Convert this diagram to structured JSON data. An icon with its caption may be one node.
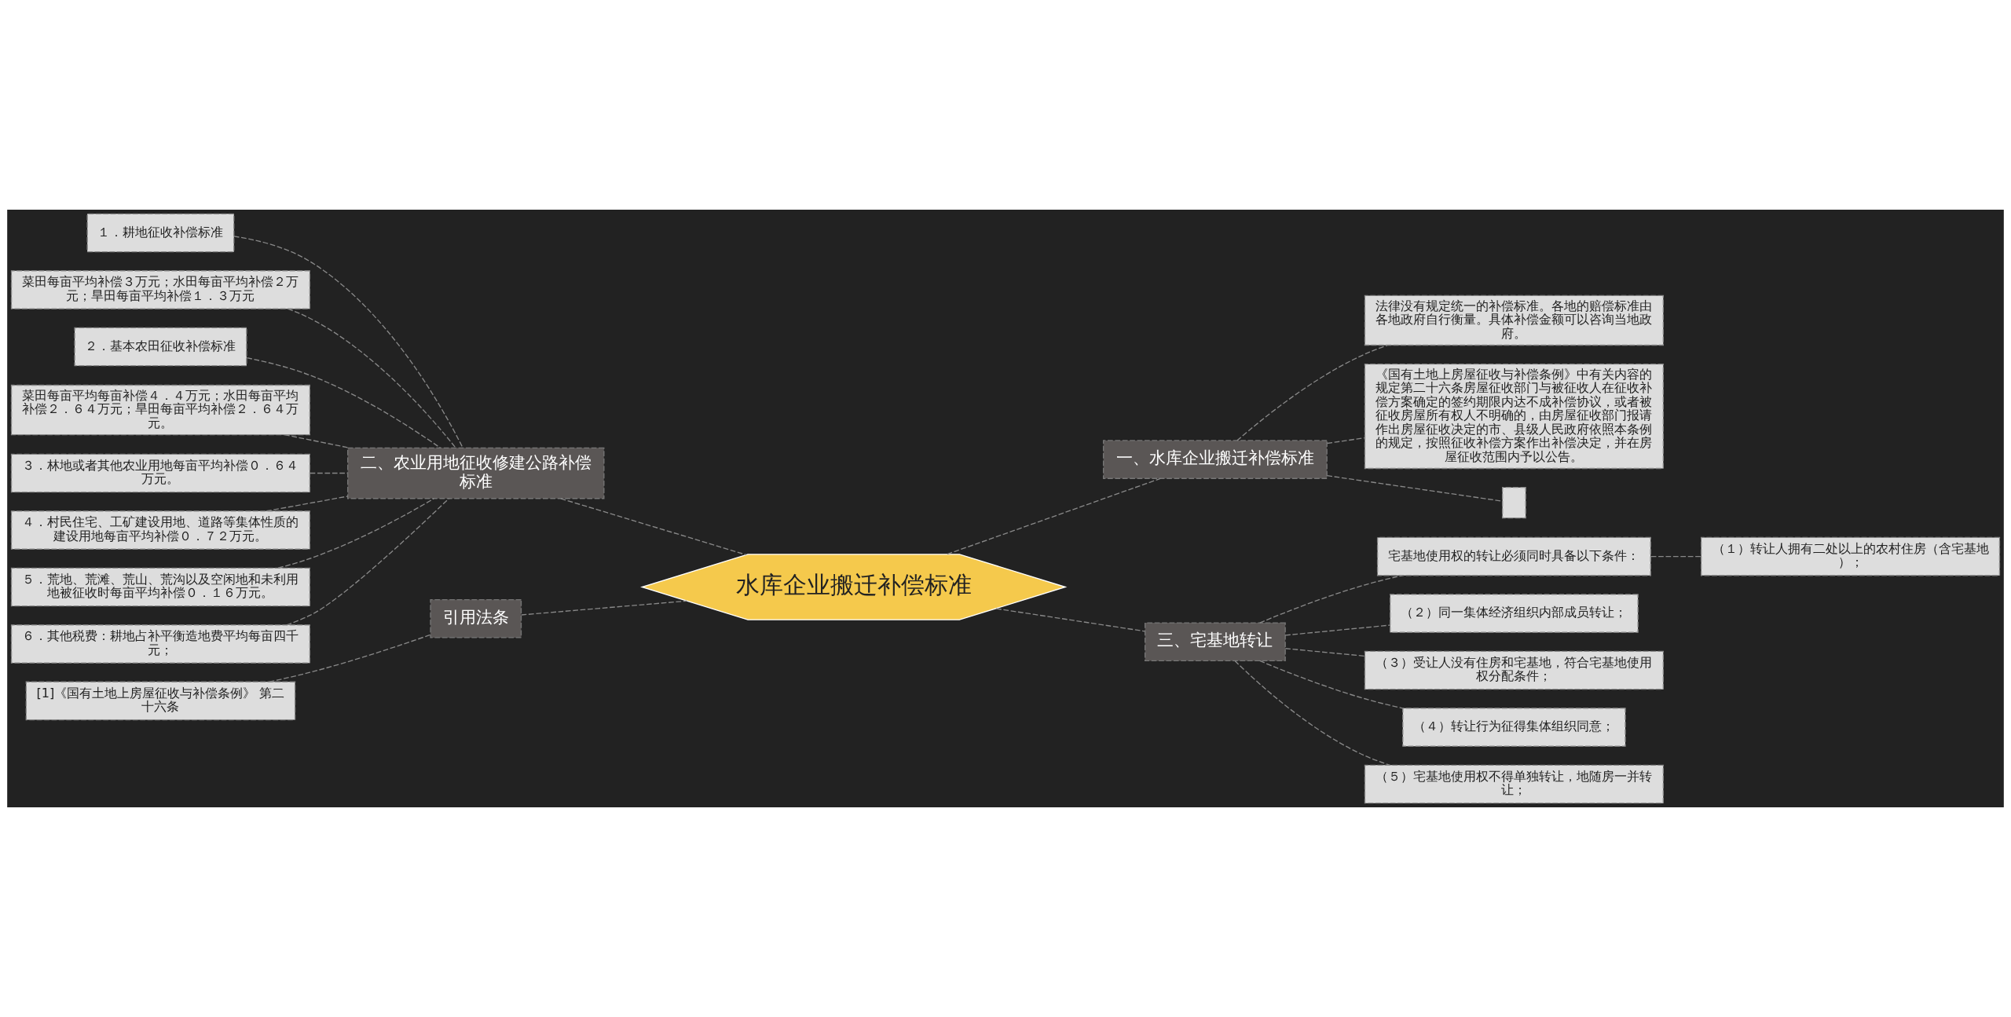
{
  "diagram": {
    "nodes": [
      {
        "text": [
          "水库企业搬迁补偿标准"
        ]
      },
      {
        "text": [
          "一、水库企业搬迁补偿标准"
        ]
      },
      {
        "text": [
          "法律没有规定统一的补偿标准。各地的赔偿标准由各地政府自行衡量。具体补偿金额可以咨询当地政府。"
        ]
      },
      {
        "text": [
          "《国有土地上房屋征收与补偿条例》中有关内容的规定第二十六条房屋征收部门与被征收人在征收补偿方案确定的签约期限内达不成补偿协议，或者被征收房屋所有权人不明确的，由房屋征收部门报请作出房屋征收决定的市、县级人民政府依照本条例的规定，按照征收补偿方案作出补偿决定，并在房屋征收范围内予以公告。"
        ]
      },
      {
        "text": [],
        "shape": "box"
      },
      {
        "text": [
          "三、宅基地转让"
        ]
      },
      {
        "text": [
          "宅基地使用权的转让必须同时具备以下条件："
        ]
      },
      {
        "text": [
          "（１）转让人拥有二处以上的农村住房（含宅基地）；"
        ]
      },
      {
        "text": [
          "（２）同一集体经济组织内部成员转让；"
        ]
      },
      {
        "text": [
          "（３）受让人没有住房和宅基地，符合宅基地使用权分配条件；"
        ]
      },
      {
        "text": [
          "（４）转让行为征得集体组织同意；"
        ]
      },
      {
        "text": [
          "（５）宅基地使用权不得单独转让，地随房一并转让；"
        ]
      },
      {
        "text": [
          "二、农业用地征收修建公路补偿标准"
        ]
      },
      {
        "text": [
          "１．耕地征收补偿标准"
        ]
      },
      {
        "text": [
          "菜田每亩平均补偿３万元；水田每亩平均补偿２万元；旱田每亩平均补偿１．３万元"
        ]
      },
      {
        "text": [
          "２．基本农田征收补偿标准"
        ]
      },
      {
        "text": [
          "菜田每亩平均每亩补偿４．４万元；水田每亩平均补偿２．６４万元；旱田每亩平均补偿２．６４万元。"
        ]
      },
      {
        "text": [
          "３．林地或者其他农业用地每亩平均补偿０．６４万元。"
        ]
      },
      {
        "text": [
          "４．村民住宅、工矿建设用地、道路等集体性质的建设用地每亩平均补偿０．７２万元。"
        ]
      },
      {
        "text": [
          "５．荒地、荒滩、荒山、荒沟以及空闲地和未利用地被征收时每亩平均补偿０．１６万元。"
        ]
      },
      {
        "text": [
          "６．其他税费：耕地占补平衡造地费平均每亩四千元；"
        ]
      },
      {
        "text": [
          "引用法条"
        ]
      },
      {
        "text": [
          "[1]《国有土地上房屋征收与补偿条例》 第二十六条"
        ]
      }
    ],
    "edges": [
      {
        "from": 0,
        "to": 1,
        "arrow": "none",
        "style": "dashed"
      },
      {
        "from": 1,
        "to": 2,
        "arrow": "none",
        "style": "dashed"
      },
      {
        "from": 1,
        "to": 3,
        "arrow": "none",
        "style": "dashed"
      },
      {
        "from": 1,
        "to": 4,
        "arrow": "none",
        "style": "dashed"
      },
      {
        "from": 0,
        "to": 5,
        "arrow": "none",
        "style": "dashed"
      },
      {
        "from": 5,
        "to": 6,
        "arrow": "none",
        "style": "dashed"
      },
      {
        "from": 6,
        "to": 7,
        "arrow": "none",
        "style": "dashed"
      },
      {
        "from": 5,
        "to": 8,
        "arrow": "none",
        "style": "dashed"
      },
      {
        "from": 5,
        "to": 9,
        "arrow": "none",
        "style": "dashed"
      },
      {
        "from": 5,
        "to": 10,
        "arrow": "none",
        "style": "dashed"
      },
      {
        "from": 5,
        "to": 11,
        "arrow": "none",
        "style": "dashed"
      },
      {
        "from": 12,
        "to": 0,
        "arrow": "none",
        "style": "dashed"
      },
      {
        "from": 13,
        "to": 12,
        "arrow": "none",
        "style": "dashed"
      },
      {
        "from": 14,
        "to": 12,
        "arrow": "none",
        "style": "dashed"
      },
      {
        "from": 15,
        "to": 12,
        "arrow": "none",
        "style": "dashed"
      },
      {
        "from": 16,
        "to": 12,
        "arrow": "none",
        "style": "dashed"
      },
      {
        "from": 17,
        "to": 12,
        "arrow": "none",
        "style": "dashed"
      },
      {
        "from": 18,
        "to": 12,
        "arrow": "none",
        "style": "dashed"
      },
      {
        "from": 19,
        "to": 12,
        "arrow": "none",
        "style": "dashed"
      },
      {
        "from": 20,
        "to": 12,
        "arrow": "none",
        "style": "dashed"
      },
      {
        "from": 21,
        "to": 0,
        "arrow": "none",
        "style": "dashed"
      },
      {
        "from": 22,
        "to": 21,
        "arrow": "none",
        "style": "dashed"
      }
    ]
  }
}
